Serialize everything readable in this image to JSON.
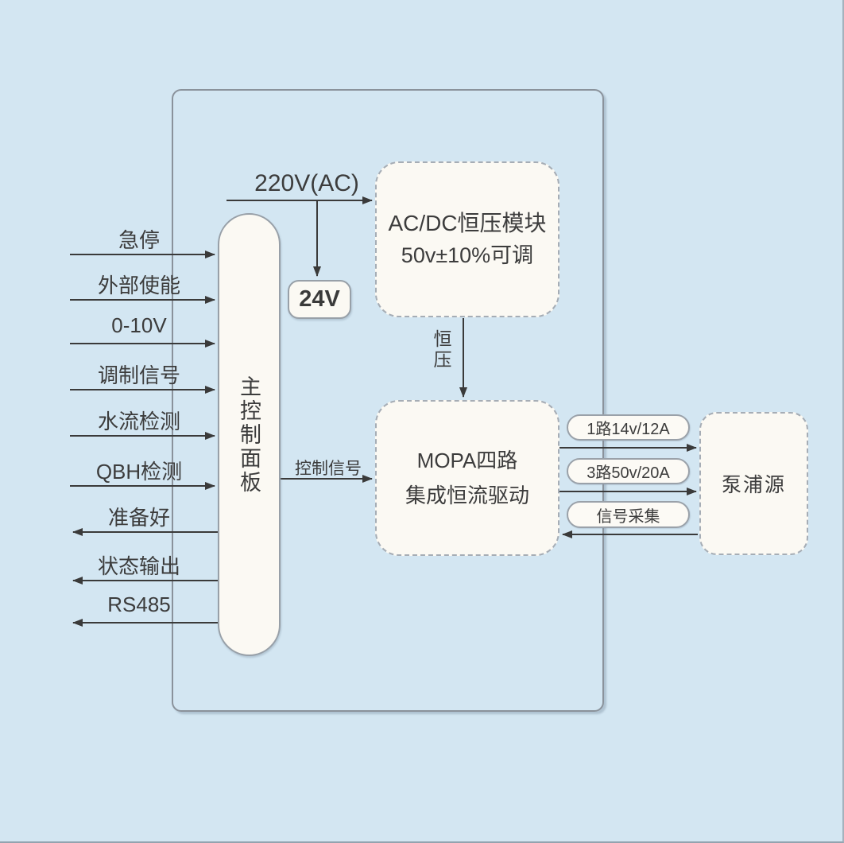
{
  "colors": {
    "background": "#d3e6f2",
    "box_fill": "#fbf9f3",
    "line": "#3a3a3a",
    "solid_border": "#98a0a8",
    "dashed_border": "#a6adb5"
  },
  "power": {
    "ac_label": "220V(AC)",
    "dc24_label": "24V"
  },
  "acdc_module": {
    "title": "AC/DC恒压模块",
    "subtitle": "50v±10%可调"
  },
  "constant_voltage_label": "恒压",
  "control_signal_label": "控制信号",
  "main_panel": {
    "label": "主控制面板"
  },
  "mopa_module": {
    "line1": "MOPA四路",
    "line2": "集成恒流驱动"
  },
  "pump_source": {
    "label": "泵浦源"
  },
  "channels": [
    "1路14v/12A",
    "3路50v/20A",
    "信号采集"
  ],
  "io": {
    "inputs": [
      "急停",
      "外部使能",
      "0-10V",
      "调制信号",
      "水流检测",
      "QBH检测"
    ],
    "outputs": [
      "准备好",
      "状态输出",
      "RS485"
    ]
  }
}
